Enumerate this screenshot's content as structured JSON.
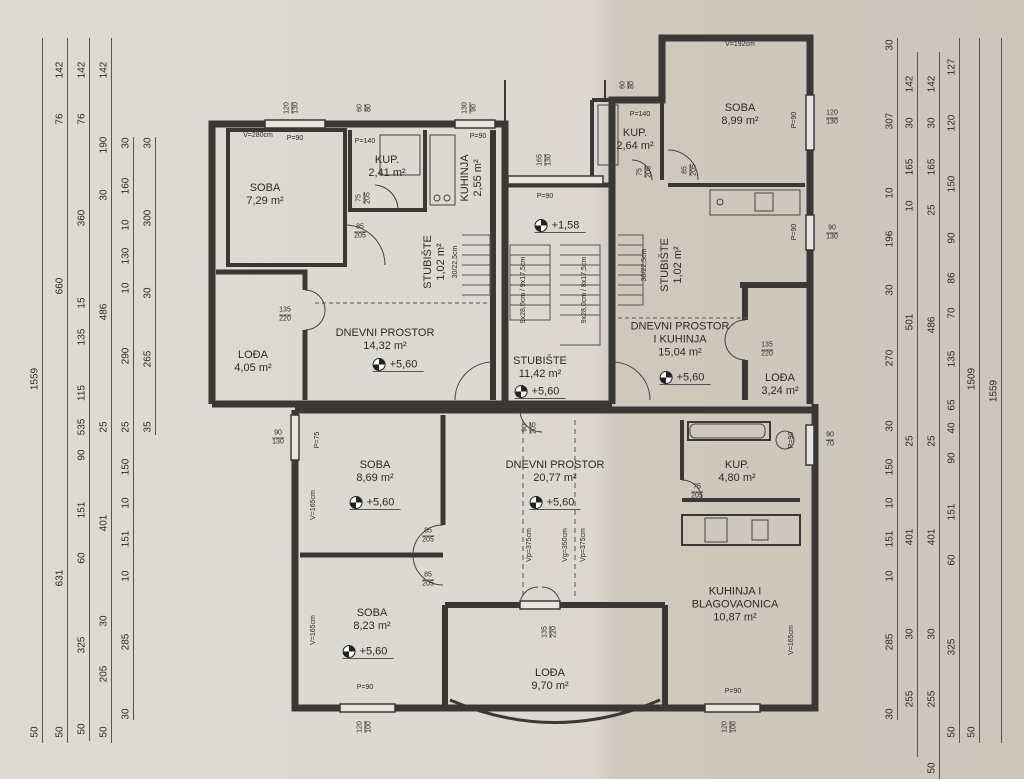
{
  "rooms": {
    "soba_a": {
      "name": "SOBA",
      "area": "7,29 m²",
      "height": "V=280cm",
      "sill": "P=90"
    },
    "kup_a": {
      "name": "KUP.",
      "area": "2,41 m²",
      "sill": "P=140"
    },
    "kuhinja_a": {
      "name": "KUHINJA",
      "area": "2,55 m²",
      "sill": "P=90"
    },
    "stubiste_a": {
      "name": "STUBIŠTE",
      "area": "1,02 m²",
      "step": "30/22,5cm"
    },
    "dnevni_a": {
      "name": "DNEVNI PROSTOR",
      "area": "14,32 m²",
      "elev": "+5,60"
    },
    "loda_a": {
      "name": "LOĐA",
      "area": "4,05 m²"
    },
    "stubiste_main": {
      "name": "STUBIŠTE",
      "area": "11,42 m²",
      "elev": "+5,60",
      "landing_elev": "+1,58",
      "sill": "P=90",
      "step1": "9x28,0cm / 9x17,5cm",
      "step2": "9x28,0cm / 8x17,5cm"
    },
    "soba_b": {
      "name": "SOBA",
      "area": "8,99 m²",
      "height": "V=192cm",
      "sill": "P=90"
    },
    "kup_b": {
      "name": "KUP.",
      "area": "2,64 m²",
      "sill": "P=140"
    },
    "stubiste_b": {
      "name": "STUBIŠTE",
      "area": "1,02 m²",
      "step": "30/22,5cm"
    },
    "dnevni_b": {
      "name": "DNEVNI PROSTOR",
      "name2": "I KUHINJA",
      "area": "15,04 m²",
      "elev": "+5,60",
      "sill": "P=90"
    },
    "loda_b": {
      "name": "LOĐA",
      "area": "3,24 m²"
    },
    "soba_c": {
      "name": "SOBA",
      "area": "8,69 m²",
      "elev": "+5,60",
      "height": "V=165cm",
      "sill": "P=75"
    },
    "dnevni_c": {
      "name": "DNEVNI PROSTOR",
      "area": "20,77 m²",
      "elev": "+5,60",
      "vp1": "Vp=375cm",
      "vg": "Vg=350cm",
      "vp2": "Vp=375cm"
    },
    "kup_c": {
      "name": "KUP.",
      "area": "4,80 m²",
      "sill": "P=90"
    },
    "soba_d": {
      "name": "SOBA",
      "area": "8,23 m²",
      "elev": "+5,60",
      "height": "V=165cm",
      "sill": "P=90"
    },
    "loda_c": {
      "name": "LOĐA",
      "area": "9,70 m²"
    },
    "kuhinja_c": {
      "name": "KUHINJA I",
      "name2": "BLAGOVAONICA",
      "area": "10,87 m²",
      "height": "V=165cm",
      "sill": "P=90"
    }
  },
  "openings": {
    "w_soba_a": [
      "120",
      "130"
    ],
    "w_kup_a": [
      "60",
      "80"
    ],
    "w_kuh_a": [
      "130",
      "90"
    ],
    "w_stair": [
      "165",
      "130"
    ],
    "d_soba_a": [
      "85",
      "205"
    ],
    "d_kup_a": [
      "75",
      "205"
    ],
    "d_loda_a": [
      "135",
      "220"
    ],
    "w_kup_b": [
      "60",
      "80"
    ],
    "d_kup_b": [
      "75",
      "205"
    ],
    "d_soba_b": [
      "85",
      "205"
    ],
    "w_soba_b": [
      "120",
      "130"
    ],
    "w_dnevni_b": [
      "90",
      "130"
    ],
    "d_loda_b": [
      "135",
      "220"
    ],
    "w_soba_c": [
      "90",
      "130"
    ],
    "d_entry": [
      "90",
      "205"
    ],
    "w_kup_c": [
      "90",
      "70"
    ],
    "d_kup_c": [
      "75",
      "205"
    ],
    "d_soba_c": [
      "85",
      "205"
    ],
    "d_soba_d": [
      "85",
      "205"
    ],
    "d_loda_c": [
      "135",
      "220"
    ],
    "w_soba_d": [
      "120",
      "100"
    ],
    "w_kuh_c": [
      "120",
      "100"
    ]
  },
  "dimensions": {
    "left": [
      {
        "start": 0,
        "items": [
          {
            "t": "1559",
            "v": 1509
          },
          {
            "t": "50",
            "v": 50
          }
        ]
      },
      {
        "start": 0,
        "items": [
          {
            "t": "142",
            "v": 142
          },
          {
            "t": "76",
            "v": 76
          },
          {
            "t": "660",
            "v": 660
          },
          {
            "t": "631",
            "v": 631
          },
          {
            "t": "50",
            "v": 50
          }
        ]
      },
      {
        "start": 0,
        "items": [
          {
            "t": "142",
            "v": 142
          },
          {
            "t": "76",
            "v": 76
          },
          {
            "t": "360",
            "v": 360
          },
          {
            "t": "15",
            "v": 15
          },
          {
            "t": "135",
            "v": 135
          },
          {
            "t": "115",
            "v": 115
          },
          {
            "t": "535",
            "v": 35
          },
          {
            "t": "90",
            "v": 90
          },
          {
            "t": "151",
            "v": 151
          },
          {
            "t": "60",
            "v": 60
          },
          {
            "t": "325",
            "v": 325
          },
          {
            "t": "50",
            "v": 50
          }
        ]
      },
      {
        "start": 0,
        "items": [
          {
            "t": "142",
            "v": 142
          },
          {
            "t": "190",
            "v": 190
          },
          {
            "t": "30",
            "v": 30
          },
          {
            "t": "486",
            "v": 486
          },
          {
            "t": "25",
            "v": 25
          },
          {
            "t": "401",
            "v": 401
          },
          {
            "t": "30",
            "v": 30
          },
          {
            "t": "205",
            "v": 205
          },
          {
            "t": "50",
            "v": 50
          }
        ]
      },
      {
        "start": 218,
        "items": [
          {
            "t": "30",
            "v": 30
          },
          {
            "t": "160",
            "v": 160
          },
          {
            "t": "10",
            "v": 10
          },
          {
            "t": "130",
            "v": 130
          },
          {
            "t": "10",
            "v": 10
          },
          {
            "t": "290",
            "v": 290
          },
          {
            "t": "25",
            "v": 25
          },
          {
            "t": "150",
            "v": 150
          },
          {
            "t": "10",
            "v": 10
          },
          {
            "t": "151",
            "v": 151
          },
          {
            "t": "10",
            "v": 10
          },
          {
            "t": "285",
            "v": 285
          },
          {
            "t": "30",
            "v": 30
          }
        ]
      },
      {
        "start": 218,
        "items": [
          {
            "t": "30",
            "v": 30
          },
          {
            "t": "300",
            "v": 300
          },
          {
            "t": "30",
            "v": 30
          },
          {
            "t": "265",
            "v": 265
          },
          {
            "t": "35",
            "v": 35
          }
        ]
      }
    ],
    "right": [
      {
        "start": 0,
        "items": [
          {
            "t": "30",
            "v": 30
          },
          {
            "t": "307",
            "v": 307
          },
          {
            "t": "10",
            "v": 10
          },
          {
            "t": "196",
            "v": 196
          },
          {
            "t": "30",
            "v": 30
          },
          {
            "t": "270",
            "v": 270
          },
          {
            "t": "30",
            "v": 30
          },
          {
            "t": "150",
            "v": 150
          },
          {
            "t": "10",
            "v": 10
          },
          {
            "t": "151",
            "v": 151
          },
          {
            "t": "10",
            "v": 10
          },
          {
            "t": "285",
            "v": 285
          },
          {
            "t": "30",
            "v": 30
          }
        ]
      },
      {
        "start": 30,
        "items": [
          {
            "t": "142",
            "v": 142
          },
          {
            "t": "30",
            "v": 30
          },
          {
            "t": "165",
            "v": 165
          },
          {
            "t": "10",
            "v": 10
          },
          {
            "t": "501",
            "v": 501
          },
          {
            "t": "25",
            "v": 25
          },
          {
            "t": "401",
            "v": 401
          },
          {
            "t": "30",
            "v": 30
          },
          {
            "t": "255",
            "v": 255
          }
        ]
      },
      {
        "start": 30,
        "items": [
          {
            "t": "142",
            "v": 142
          },
          {
            "t": "30",
            "v": 30
          },
          {
            "t": "165",
            "v": 165
          },
          {
            "t": "25",
            "v": 25
          },
          {
            "t": "486",
            "v": 486
          },
          {
            "t": "25",
            "v": 25
          },
          {
            "t": "401",
            "v": 401
          },
          {
            "t": "30",
            "v": 30
          },
          {
            "t": "255",
            "v": 255
          },
          {
            "t": "50",
            "v": 50
          }
        ]
      },
      {
        "start": 0,
        "items": [
          {
            "t": "127",
            "v": 127
          },
          {
            "t": "120",
            "v": 120
          },
          {
            "t": "150",
            "v": 150
          },
          {
            "t": "90",
            "v": 90
          },
          {
            "t": "86",
            "v": 86
          },
          {
            "t": "70",
            "v": 70
          },
          {
            "t": "135",
            "v": 135
          },
          {
            "t": "65",
            "v": 65
          },
          {
            "t": "40",
            "v": 40
          },
          {
            "t": "90",
            "v": 90
          },
          {
            "t": "151",
            "v": 151
          },
          {
            "t": "60",
            "v": 60
          },
          {
            "t": "325",
            "v": 325
          },
          {
            "t": "50",
            "v": 50
          }
        ]
      },
      {
        "start": 0,
        "items": [
          {
            "t": "1509",
            "v": 1509
          },
          {
            "t": "50",
            "v": 50
          }
        ]
      },
      {
        "start": 0,
        "items": [
          {
            "t": "1559",
            "v": 1559
          }
        ]
      }
    ]
  },
  "colors": {
    "wall": "#3a3835",
    "paper": "#dcd8d1"
  }
}
